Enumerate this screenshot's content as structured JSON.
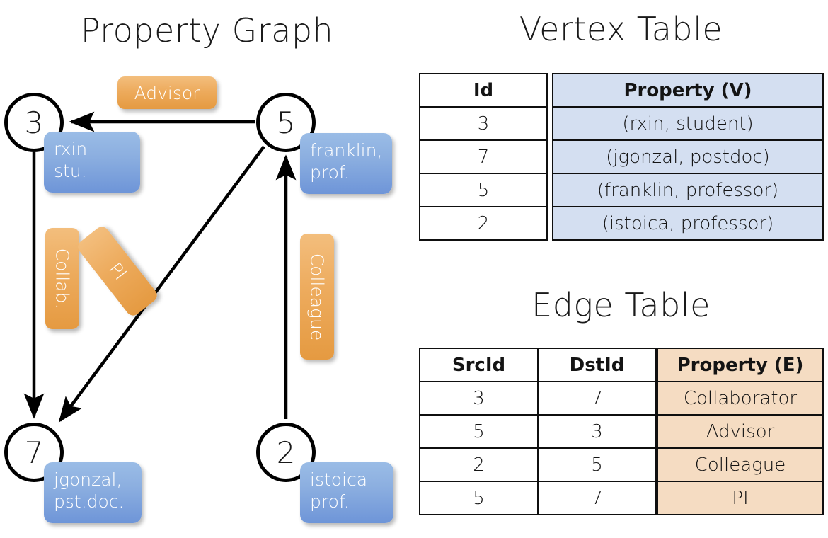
{
  "titles": {
    "graph": "Property Graph",
    "vertex_table": "Vertex Table",
    "edge_table": "Edge Table"
  },
  "graph": {
    "nodes": [
      {
        "id": "3",
        "property": "rxin\nstu."
      },
      {
        "id": "5",
        "property": "franklin,\nprof."
      },
      {
        "id": "7",
        "property": "jgonzal,\npst.doc."
      },
      {
        "id": "2",
        "property": "istoica\nprof."
      }
    ],
    "node_labels": {
      "n3": "3",
      "n5": "5",
      "n7": "7",
      "n2": "2"
    },
    "vertex_props": {
      "p3_line1": "rxin",
      "p3_line2": "stu.",
      "p5_line1": "franklin,",
      "p5_line2": "prof.",
      "p7_line1": "jgonzal,",
      "p7_line2": "pst.doc.",
      "p2_line1": "istoica",
      "p2_line2": "prof."
    },
    "edge_labels": {
      "advisor": "Advisor",
      "collab": "Collab.",
      "pi": "PI",
      "colleague": "Colleague"
    },
    "edges": [
      {
        "from": "5",
        "to": "3",
        "label": "Advisor"
      },
      {
        "from": "3",
        "to": "7",
        "label": "Collab."
      },
      {
        "from": "5",
        "to": "7",
        "label": "PI"
      },
      {
        "from": "2",
        "to": "5",
        "label": "Colleague"
      }
    ]
  },
  "vertex_table": {
    "headers": {
      "id": "Id",
      "property": "Property (V)"
    },
    "rows": [
      {
        "id": "3",
        "property": "(rxin, student)"
      },
      {
        "id": "7",
        "property": "(jgonzal, postdoc)"
      },
      {
        "id": "5",
        "property": "(franklin, professor)"
      },
      {
        "id": "2",
        "property": "(istoica, professor)"
      }
    ]
  },
  "edge_table": {
    "headers": {
      "src": "SrcId",
      "dst": "DstId",
      "property": "Property (E)"
    },
    "rows": [
      {
        "src": "3",
        "dst": "7",
        "property": "Collaborator"
      },
      {
        "src": "5",
        "dst": "3",
        "property": "Advisor"
      },
      {
        "src": "2",
        "dst": "5",
        "property": "Colleague"
      },
      {
        "src": "5",
        "dst": "7",
        "property": "PI"
      }
    ]
  },
  "colors": {
    "vertex_box": "#8CAFE0",
    "edge_box": "#EDAB5D",
    "vertex_table_fill": "#D4DFF1",
    "edge_table_fill": "#F5DCC2",
    "stroke": "#000000",
    "background": "#FFFFFF"
  }
}
